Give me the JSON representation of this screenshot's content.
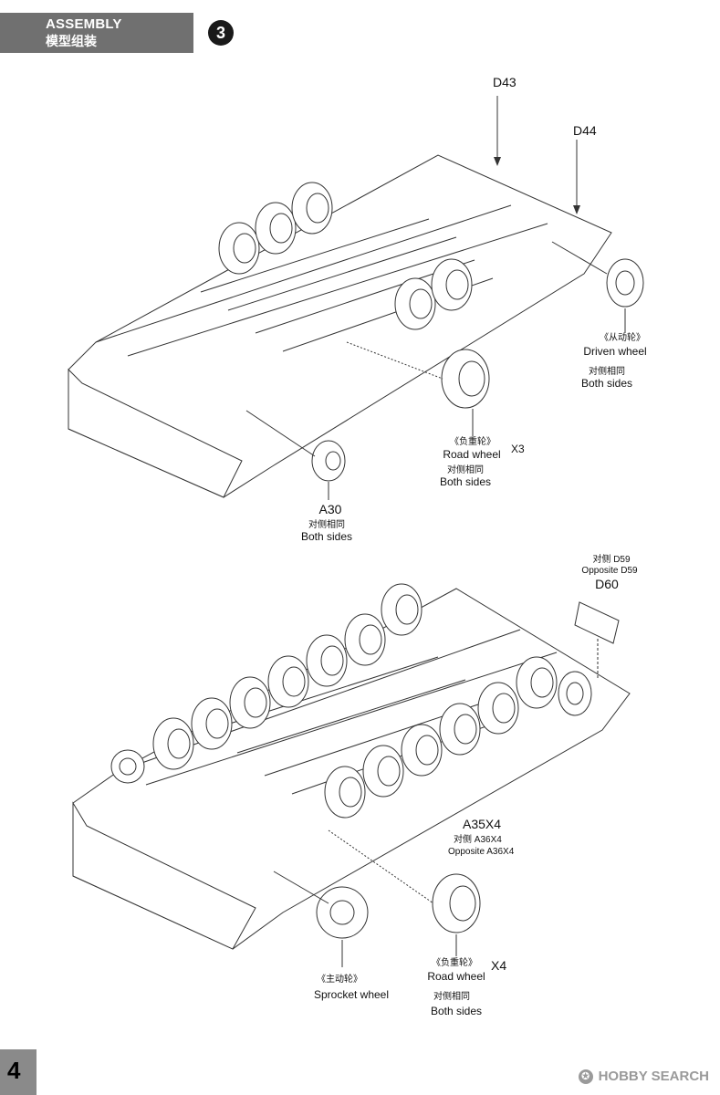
{
  "header": {
    "title_en": "ASSEMBLY",
    "title_cn": "模型组装",
    "step_number": "3"
  },
  "page_number": "4",
  "watermark": "HOBBY SEARCH",
  "diagram_top": {
    "part_d43": "D43",
    "part_d44": "D44",
    "driven_wheel_cn": "《从动轮》",
    "driven_wheel_en": "Driven wheel",
    "driven_both_cn": "对侧相同",
    "driven_both_en": "Both sides",
    "road_wheel_cn": "《负重轮》",
    "road_wheel_en": "Road wheel",
    "road_wheel_qty": "X3",
    "road_both_cn": "对侧相同",
    "road_both_en": "Both sides",
    "part_a30": "A30",
    "a30_both_cn": "对侧相同",
    "a30_both_en": "Both sides"
  },
  "diagram_bottom": {
    "opposite_d59_cn": "对侧  D59",
    "opposite_d59_en": "Opposite D59",
    "part_d60": "D60",
    "part_a35": "A35X4",
    "opposite_a36_cn": "对侧  A36X4",
    "opposite_a36_en": "Opposite A36X4",
    "sprocket_cn": "《主动轮》",
    "sprocket_en": "Sprocket wheel",
    "road_wheel_cn": "《负重轮》",
    "road_wheel_en": "Road wheel",
    "road_wheel_qty": "X4",
    "road_both_cn": "对侧相同",
    "road_both_en": "Both sides"
  }
}
